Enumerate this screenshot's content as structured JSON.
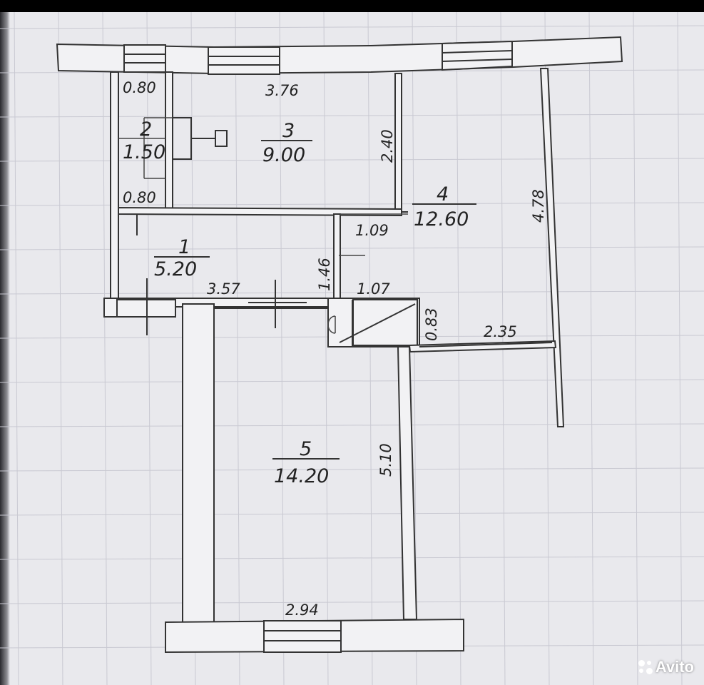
{
  "rooms": [
    {
      "number": "1",
      "area": "5.20"
    },
    {
      "number": "2",
      "area": "1.50"
    },
    {
      "number": "3",
      "area": "9.00"
    },
    {
      "number": "4",
      "area": "12.60"
    },
    {
      "number": "5",
      "area": "14.20"
    }
  ],
  "dimensions": {
    "d_080_top": "0.80",
    "d_376": "3.76",
    "d_240": "2.40",
    "d_478": "4.78",
    "d_080_mid": "0.80",
    "d_109": "1.09",
    "d_146": "1.46",
    "d_357": "3.57",
    "d_107": "1.07",
    "d_083": "0.83",
    "d_235": "2.35",
    "d_510": "5.10",
    "d_294": "2.94"
  },
  "watermark": "Avito"
}
